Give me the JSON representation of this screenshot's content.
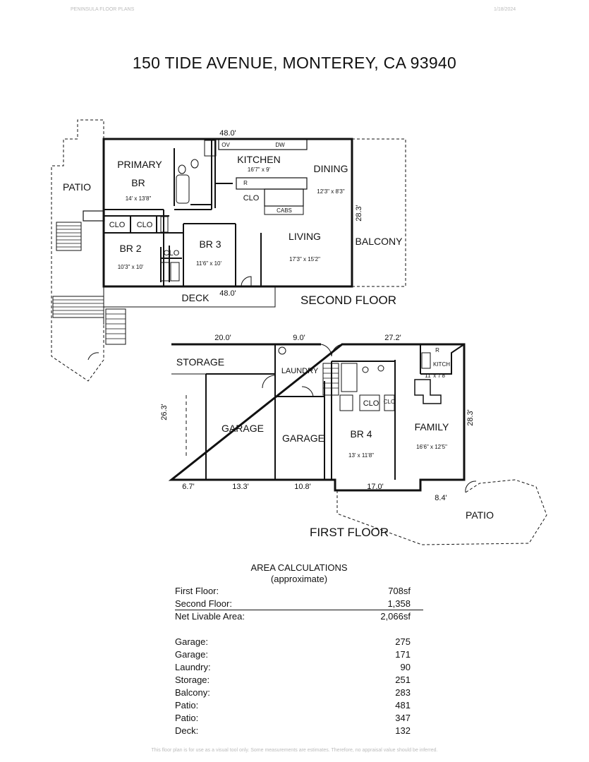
{
  "header": {
    "left": "PENINSULA FLOOR PLANS",
    "right": "1/18/2024"
  },
  "title": "150 TIDE AVENUE, MONTEREY, CA  93940",
  "second_floor": {
    "label": "SECOND FLOOR",
    "rooms": {
      "primary": "PRIMARY",
      "primary2": "BR",
      "primary_size": "14' x 13'8\"",
      "kitchen": "KITCHEN",
      "kitchen_size": "16'7\" x 9'",
      "dining": "DINING",
      "dining_size": "12'3\" x 8'3\"",
      "living": "LIVING",
      "living_size": "17'3\" x 15'2\"",
      "br2": "BR 2",
      "br2_size": "10'3\" x 10'",
      "br3": "BR 3",
      "br3_size": "11'6\" x 10'",
      "patio": "PATIO",
      "balcony": "BALCONY",
      "deck": "DECK",
      "clo": "CLO",
      "cabs": "CABS",
      "ov": "OV",
      "dw": "DW",
      "r": "R"
    },
    "dims": {
      "top": "48.0'",
      "bottom": "48.0'",
      "right": "28.3'"
    }
  },
  "first_floor": {
    "label": "FIRST FLOOR",
    "rooms": {
      "storage": "STORAGE",
      "garage": "GARAGE",
      "laundry": "LAUNDRY",
      "br4": "BR 4",
      "br4_size": "13' x 11'8\"",
      "family": "FAMILY",
      "family_size": "16'6\" x 12'5\"",
      "kitch": "KITCH",
      "kitch_size": "11' x 7'8\"",
      "patio": "PATIO",
      "clo": "CLO",
      "r": "R"
    },
    "dims": {
      "top1": "20.0'",
      "top2": "9.0'",
      "top3": "27.2'",
      "left": "26.3'",
      "right": "28.3'",
      "b1": "6.7'",
      "b2": "13.3'",
      "b3": "10.8'",
      "b4": "17.0'",
      "b5": "8.4'"
    }
  },
  "area": {
    "heading": "AREA CALCULATIONS",
    "subheading": "(approximate)",
    "rows_main": [
      {
        "label": "First  Floor:",
        "value": "708sf"
      },
      {
        "label": "Second Floor:",
        "value": "1,358"
      },
      {
        "label": "Net Livable Area:",
        "value": "2,066sf"
      }
    ],
    "rows_other": [
      {
        "label": "Garage:",
        "value": "275"
      },
      {
        "label": "Garage:",
        "value": "171"
      },
      {
        "label": "Laundry:",
        "value": "90"
      },
      {
        "label": "Storage:",
        "value": "251"
      },
      {
        "label": "Balcony:",
        "value": "283"
      },
      {
        "label": "Patio:",
        "value": "481"
      },
      {
        "label": "Patio:",
        "value": "347"
      },
      {
        "label": "Deck:",
        "value": "132"
      }
    ]
  },
  "footer": "This floor plan is for use as a visual tool only. Some measurements are estimates. Therefore, no appraisal value should be inferred."
}
